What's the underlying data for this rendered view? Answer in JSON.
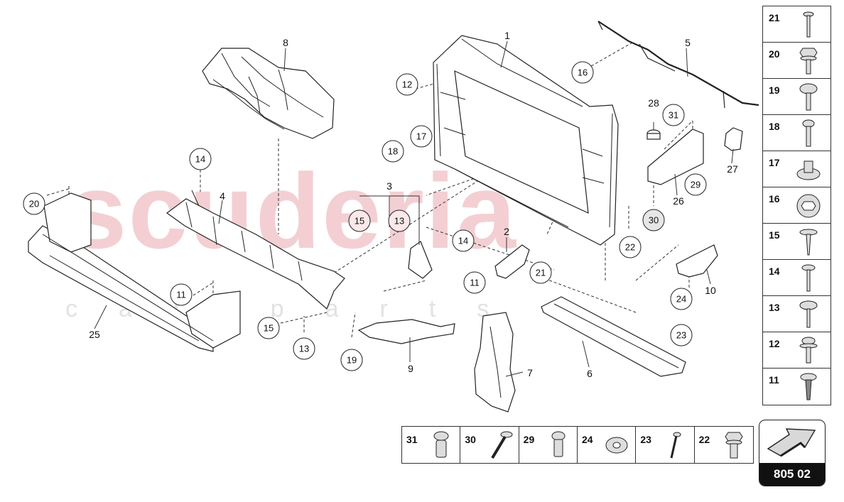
{
  "watermark": {
    "main": "scuderia",
    "sub": "car parts"
  },
  "part_labels": [
    {
      "id": "p1",
      "text": "1"
    },
    {
      "id": "p2",
      "text": "2"
    },
    {
      "id": "p3",
      "text": "3"
    },
    {
      "id": "p4",
      "text": "4"
    },
    {
      "id": "p5",
      "text": "5"
    },
    {
      "id": "p6",
      "text": "6"
    },
    {
      "id": "p7",
      "text": "7"
    },
    {
      "id": "p8",
      "text": "8"
    },
    {
      "id": "p9",
      "text": "9"
    },
    {
      "id": "p10",
      "text": "10"
    },
    {
      "id": "p25",
      "text": "25"
    },
    {
      "id": "p26",
      "text": "26"
    },
    {
      "id": "p27",
      "text": "27"
    },
    {
      "id": "p28",
      "text": "28"
    }
  ],
  "callouts": [
    {
      "id": "c12",
      "text": "12"
    },
    {
      "id": "c16",
      "text": "16"
    },
    {
      "id": "c17",
      "text": "17"
    },
    {
      "id": "c18",
      "text": "18"
    },
    {
      "id": "c14a",
      "text": "14"
    },
    {
      "id": "c20",
      "text": "20"
    },
    {
      "id": "c15a",
      "text": "15"
    },
    {
      "id": "c13a",
      "text": "13"
    },
    {
      "id": "c14b",
      "text": "14"
    },
    {
      "id": "c11a",
      "text": "11"
    },
    {
      "id": "c21",
      "text": "21"
    },
    {
      "id": "c11b",
      "text": "11"
    },
    {
      "id": "c15b",
      "text": "15"
    },
    {
      "id": "c13b",
      "text": "13"
    },
    {
      "id": "c19",
      "text": "19"
    },
    {
      "id": "c31",
      "text": "31"
    },
    {
      "id": "c29",
      "text": "29"
    },
    {
      "id": "c30",
      "text": "30"
    },
    {
      "id": "c22",
      "text": "22"
    },
    {
      "id": "c24",
      "text": "24"
    },
    {
      "id": "c23",
      "text": "23"
    }
  ],
  "fastener_legend_right": [
    {
      "number": "21",
      "icon": "stud-bolt-icon"
    },
    {
      "number": "20",
      "icon": "hex-flange-bolt-icon"
    },
    {
      "number": "19",
      "icon": "washer-head-screw-icon"
    },
    {
      "number": "18",
      "icon": "torx-bolt-icon"
    },
    {
      "number": "17",
      "icon": "plastic-clip-icon"
    },
    {
      "number": "16",
      "icon": "hex-nut-icon"
    },
    {
      "number": "15",
      "icon": "self-tapping-screw-icon"
    },
    {
      "number": "14",
      "icon": "long-screw-icon"
    },
    {
      "number": "13",
      "icon": "flange-screw-icon"
    },
    {
      "number": "12",
      "icon": "combi-screw-icon"
    },
    {
      "number": "11",
      "icon": "tapping-screw-icon"
    }
  ],
  "fastener_legend_bottom": [
    {
      "number": "31",
      "icon": "spline-bolt-icon"
    },
    {
      "number": "30",
      "icon": "long-bolt-icon"
    },
    {
      "number": "29",
      "icon": "torx-bolt-icon"
    },
    {
      "number": "24",
      "icon": "washer-icon"
    },
    {
      "number": "23",
      "icon": "thin-bolt-icon"
    },
    {
      "number": "22",
      "icon": "hex-flange-bolt-icon"
    }
  ],
  "reference": {
    "code": "805 02",
    "icon": "direction-arrow-icon"
  }
}
